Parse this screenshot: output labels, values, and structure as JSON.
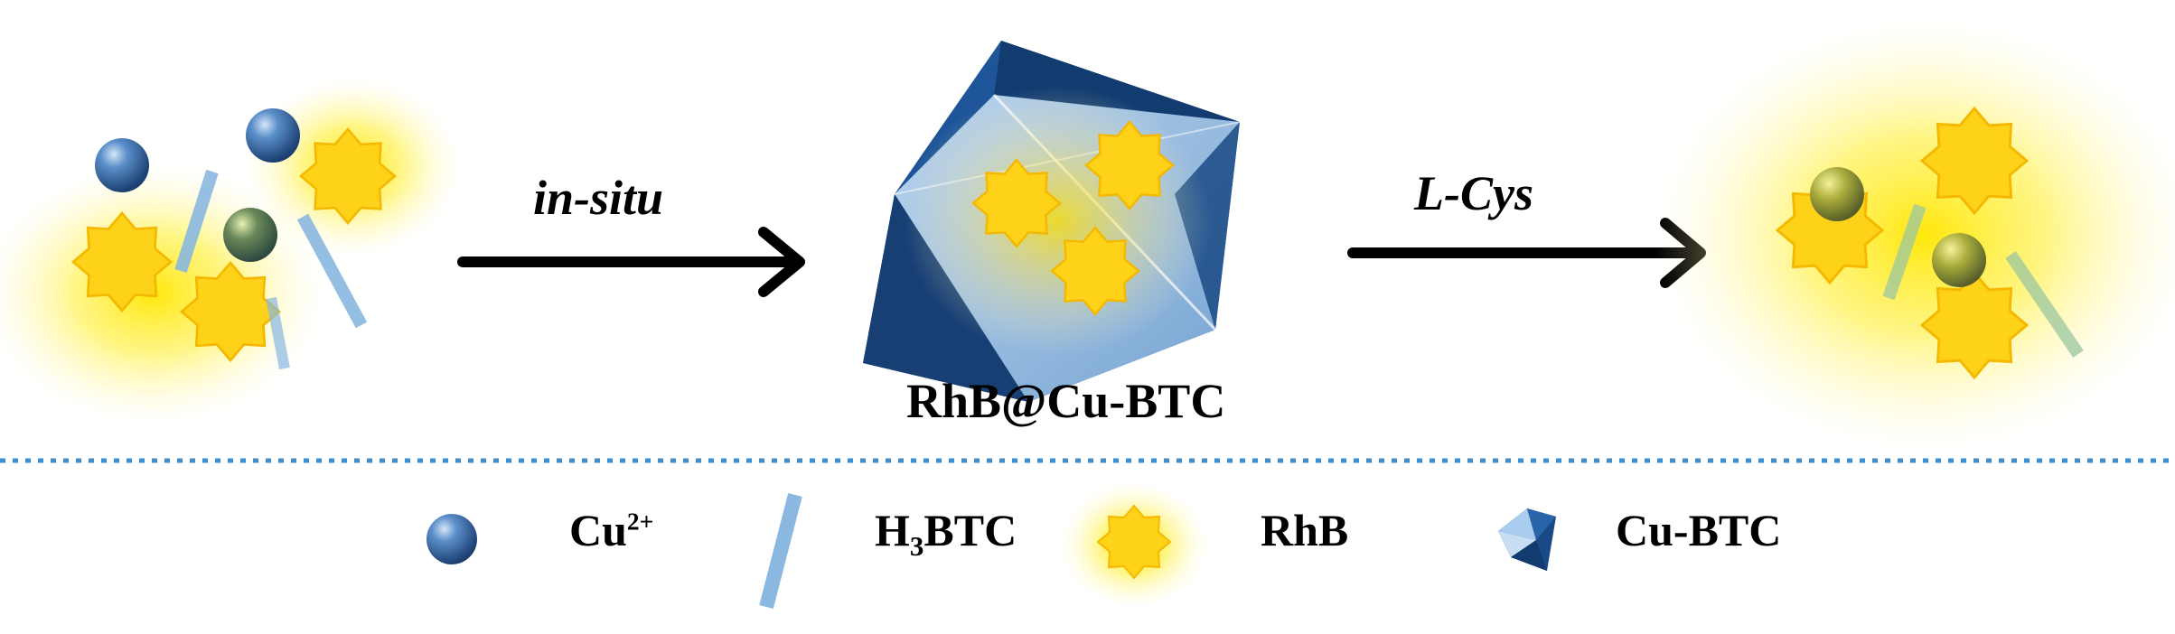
{
  "labels": {
    "step1": "in-situ",
    "step2": "L-Cys",
    "product": "RhB@Cu-BTC"
  },
  "legend": {
    "cu_base": "Cu",
    "cu_sup": "2+",
    "h3btc_a": "H",
    "h3btc_sub": "3",
    "h3btc_b": "BTC",
    "rhb": "RhB",
    "cubtc": "Cu-BTC"
  },
  "colors": {
    "arrow": "#000000",
    "ion_blue": "#2e5f9c",
    "linker_blue": "#8ab8e0",
    "dye_yellow": "#ffd21a",
    "glow_yellow": "#fff06a",
    "mof_dark": "#1a4a85",
    "mof_light": "#a9cdee",
    "divider": "#3c8fd0"
  }
}
